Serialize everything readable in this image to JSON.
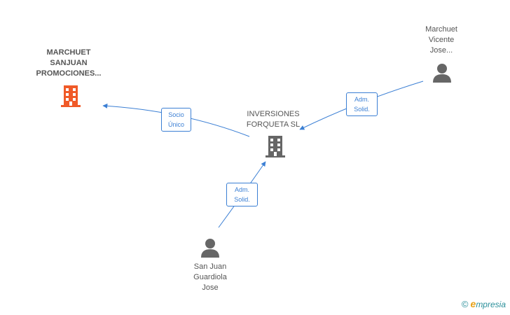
{
  "nodes": {
    "marchuet_sanjuan": {
      "lines": [
        "MARCHUET",
        "SANJUAN",
        "PROMOCIONES..."
      ],
      "icon": "building-icon",
      "color": "#f05a28"
    },
    "inversiones_forqueta": {
      "lines": [
        "INVERSIONES",
        "FORQUETA SL"
      ],
      "icon": "building-icon",
      "color": "#666666"
    },
    "marchuet_vicente": {
      "lines": [
        "Marchuet",
        "Vicente",
        "Jose..."
      ],
      "icon": "person-icon",
      "color": "#666666"
    },
    "sanjuan_guardiola": {
      "lines": [
        "San Juan",
        "Guardiola",
        "Jose"
      ],
      "icon": "person-icon",
      "color": "#666666"
    }
  },
  "edges": {
    "socio_unico": {
      "lines": [
        "Socio",
        "Único"
      ]
    },
    "adm_solid_top": {
      "lines": [
        "Adm.",
        "Solid."
      ]
    },
    "adm_solid_bottom": {
      "lines": [
        "Adm.",
        "Solid."
      ]
    }
  },
  "colors": {
    "edge": "#3b7fd4",
    "accent": "#f05a28",
    "icon": "#666666"
  },
  "watermark": {
    "copyright": "©",
    "brand_initial": "e",
    "brand_rest": "mpresia"
  }
}
